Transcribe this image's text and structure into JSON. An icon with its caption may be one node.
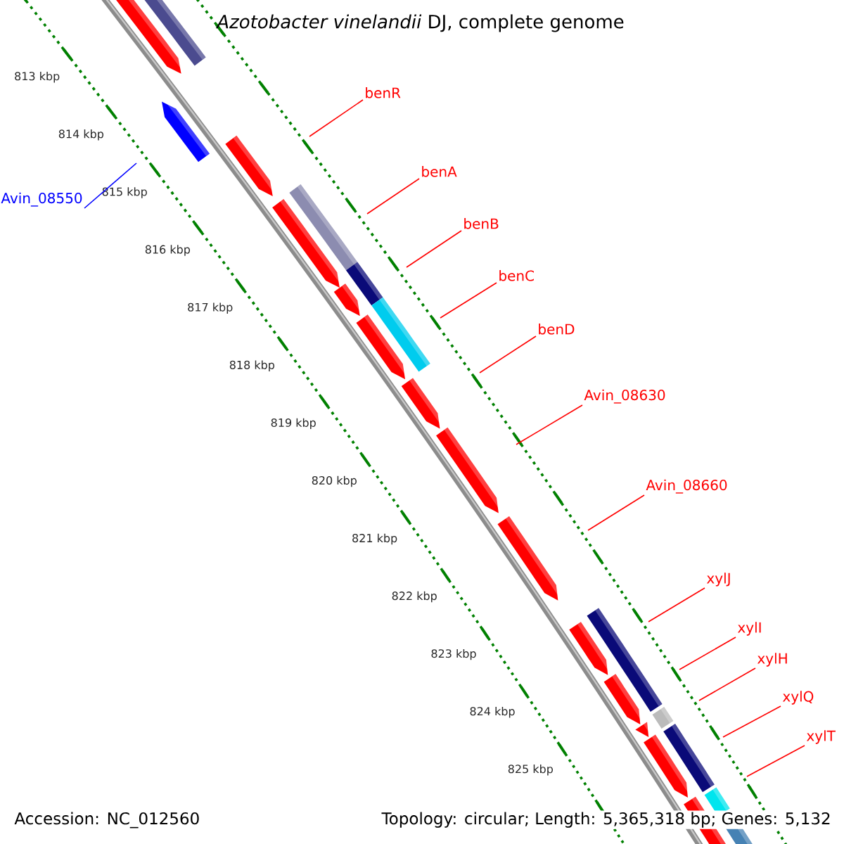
{
  "diagram": {
    "title": "*Azotobacter vinelandii* DJ, complete genome",
    "nodes": [
      {
        "text": [
          "benR"
        ]
      },
      {
        "text": [
          "benA"
        ]
      },
      {
        "text": [
          "benB"
        ]
      },
      {
        "text": [
          "benC"
        ]
      },
      {
        "text": [
          "benD"
        ]
      },
      {
        "text": [
          "Avin_08630"
        ]
      },
      {
        "text": [
          "Avin_08660"
        ]
      },
      {
        "text": [
          "xylJ"
        ]
      },
      {
        "text": [
          "xylI"
        ]
      },
      {
        "text": [
          "xylH"
        ]
      },
      {
        "text": [
          "xylQ"
        ]
      },
      {
        "text": [
          "xylT"
        ]
      },
      {
        "text": [
          "Avin_08550"
        ]
      }
    ],
    "edges": [
      {
        "from": 0,
        "to": null,
        "arrow": "none"
      },
      {
        "from": 1,
        "to": null,
        "arrow": "none"
      },
      {
        "from": 2,
        "to": null,
        "arrow": "none"
      },
      {
        "from": 3,
        "to": null,
        "arrow": "none"
      },
      {
        "from": 4,
        "to": null,
        "arrow": "none"
      },
      {
        "from": 5,
        "to": null,
        "arrow": "none"
      },
      {
        "from": 6,
        "to": null,
        "arrow": "none"
      },
      {
        "from": 7,
        "to": null,
        "arrow": "none"
      },
      {
        "from": 8,
        "to": null,
        "arrow": "none"
      },
      {
        "from": 9,
        "to": null,
        "arrow": "none"
      },
      {
        "from": 10,
        "to": null,
        "arrow": "none"
      },
      {
        "from": 11,
        "to": null,
        "arrow": "none"
      },
      {
        "from": 12,
        "to": null,
        "arrow": "none",
        "color": "#0000ff"
      }
    ],
    "labels": [
      "813 kbp",
      "814 kbp",
      "815 kbp",
      "816 kbp",
      "817 kbp",
      "818 kbp",
      "819 kbp",
      "820 kbp",
      "821 kbp",
      "822 kbp",
      "823 kbp",
      "824 kbp",
      "825 kbp",
      "Accession: NC_012560",
      "Topology: circular; Length: 5,365,318 bp; Genes: 5,132"
    ]
  }
}
